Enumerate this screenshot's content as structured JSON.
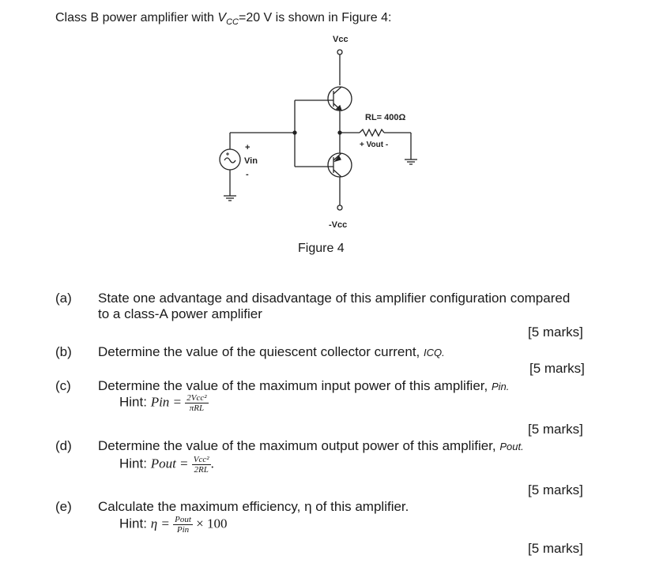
{
  "intro": {
    "prefix": "Class B power amplifier with ",
    "vcc_symbol": "V",
    "vcc_sub": "CC",
    "suffix": "=20 V is shown in Figure 4:"
  },
  "circuit": {
    "vcc_top": "Vcc",
    "vcc_bottom": "-Vcc",
    "rl_label": "RL= 400Ω",
    "vout_label": "+ Vout -",
    "vin_label": "Vin",
    "vin_plus": "+",
    "vin_minus": "-"
  },
  "figure_caption": "Figure 4",
  "questions": [
    {
      "label": "(a)",
      "line1": "State one advantage and disadvantage of this amplifier configuration compared",
      "line2": "to a class-A power amplifier",
      "marks": "[5 marks]"
    },
    {
      "label": "(b)",
      "text": "Determine the value of the quiescent collector current, ",
      "symbol": "ICQ.",
      "marks": "[5 marks]"
    },
    {
      "label": "(c)",
      "text": "Determine the value of the maximum input power of this amplifier, ",
      "symbol": "Pin.",
      "hint_word": "Hint: ",
      "hint_lhs": "Pin =",
      "hint_num": "2Vcc²",
      "hint_den": "πRL",
      "marks": "[5 marks]"
    },
    {
      "label": "(d)",
      "text": "Determine the value of the maximum output power of this amplifier, ",
      "symbol": "Pout.",
      "hint_word": "Hint: ",
      "hint_lhs": "Pout =",
      "hint_num": "Vcc²",
      "hint_den": "2RL",
      "hint_tail": ".",
      "marks": "[5 marks]"
    },
    {
      "label": "(e)",
      "text": "Calculate the maximum efficiency, η of this amplifier.",
      "hint_word": "Hint: ",
      "hint_lhs": "η =",
      "hint_num": "Pout",
      "hint_den": "Pin",
      "hint_tail": "× 100",
      "marks": "[5 marks]"
    }
  ]
}
